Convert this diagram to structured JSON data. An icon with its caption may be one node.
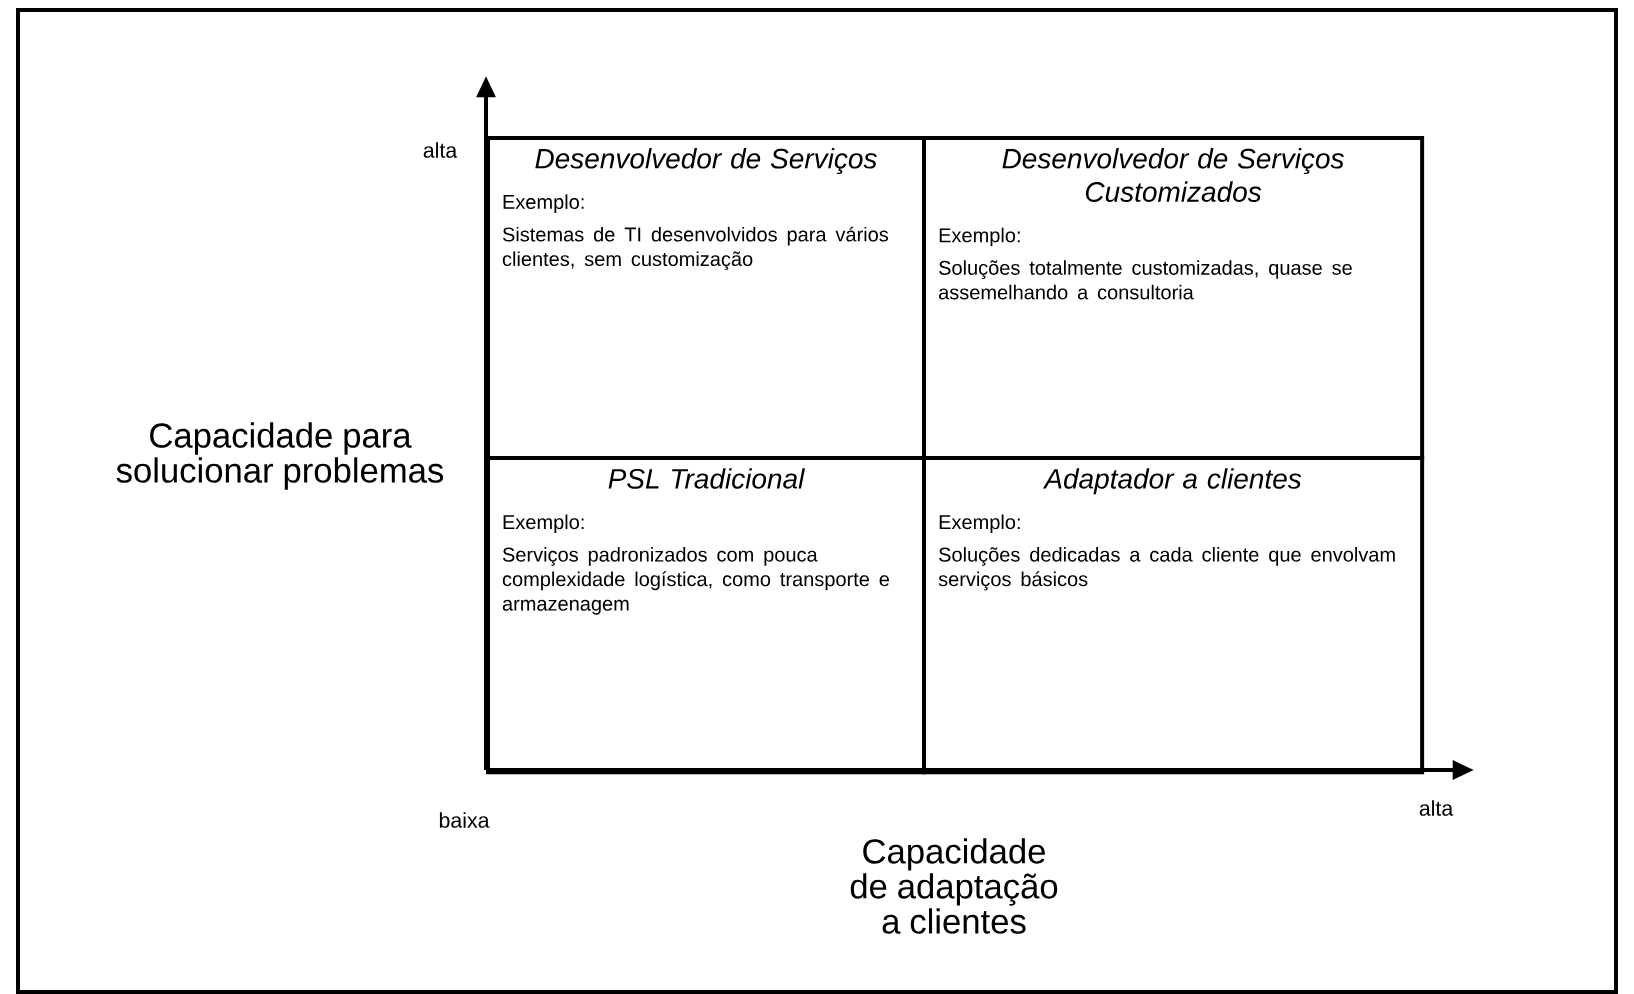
{
  "diagram": {
    "nodes": [
      {
        "text": [
          "Desenvolvedor de Serviços",
          "Exemplo:",
          "Sistemas de TI desenvolvidos para vários clientes, sem customização"
        ]
      },
      {
        "text": [
          "Desenvolvedor de Serviços Customizados",
          "Exemplo:",
          "Soluções totalmente customizadas, quase se assemelhando a consultoria"
        ]
      },
      {
        "text": [
          "PSL Tradicional",
          "Exemplo:",
          "Serviços padronizados com pouca complexidade logística, como transporte e armazenagem"
        ]
      },
      {
        "text": [
          "Adaptador a clientes",
          "Exemplo:",
          "Soluções dedicadas a cada cliente que envolvam serviços básicos"
        ]
      }
    ],
    "labels": [
      "alta",
      "Capacidade para solucionar problemas",
      "baixa",
      "alta",
      "Capacidade de adaptação a clientes"
    ]
  }
}
